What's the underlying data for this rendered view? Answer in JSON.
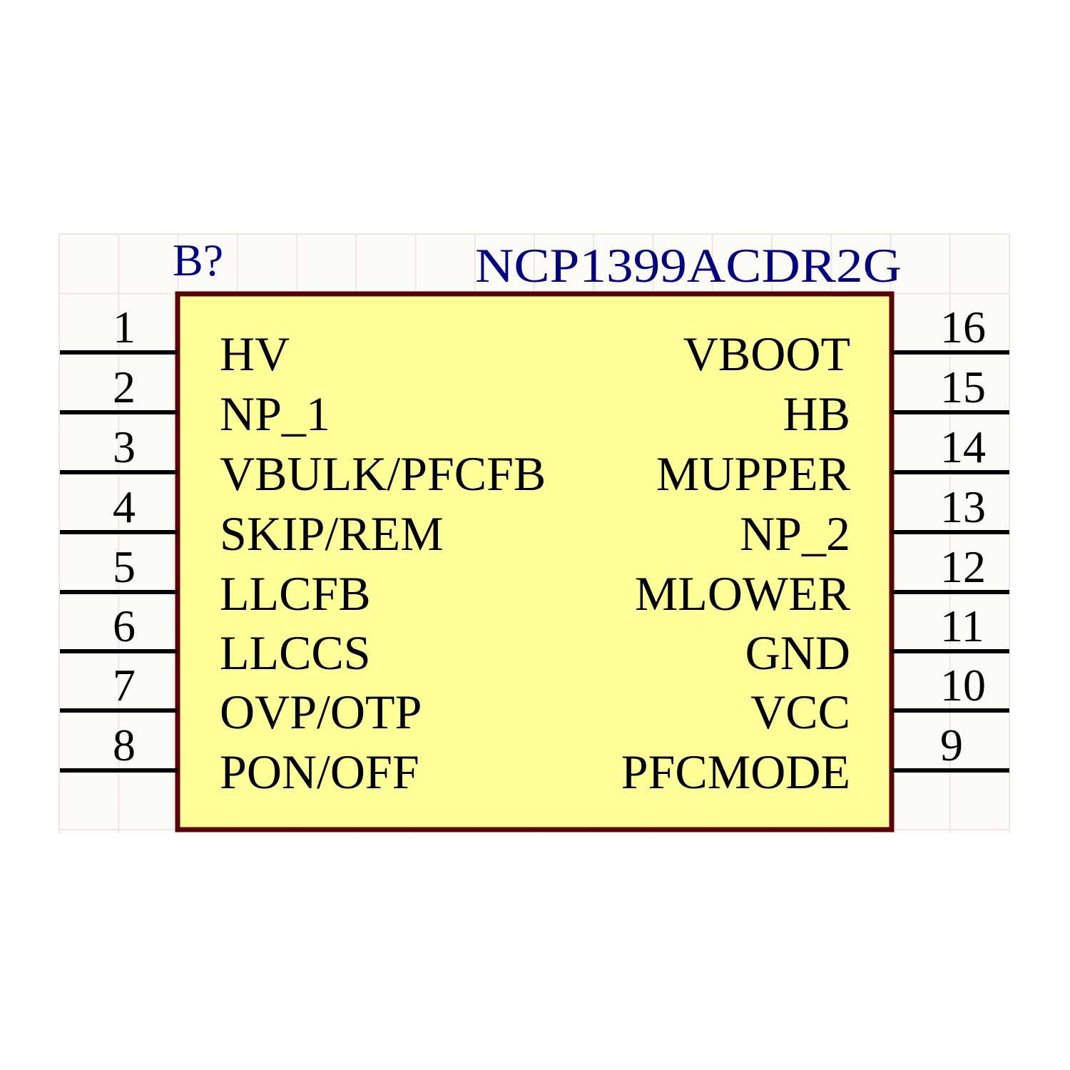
{
  "component": {
    "designator": "B?",
    "part_number": "NCP1399ACDR2G",
    "colors": {
      "body_fill": "#ffff99",
      "body_border": "#5a0000",
      "text_label": "#000080",
      "pin": "#000000",
      "grid": "#ece8e0",
      "grid_bg": "#fdfbf7"
    },
    "left_pins": [
      {
        "number": "1",
        "name": "HV"
      },
      {
        "number": "2",
        "name": "NP_1"
      },
      {
        "number": "3",
        "name": "VBULK/PFCFB"
      },
      {
        "number": "4",
        "name": "SKIP/REM"
      },
      {
        "number": "5",
        "name": "LLCFB"
      },
      {
        "number": "6",
        "name": "LLCCS"
      },
      {
        "number": "7",
        "name": "OVP/OTP"
      },
      {
        "number": "8",
        "name": "PON/OFF"
      }
    ],
    "right_pins": [
      {
        "number": "16",
        "name": "VBOOT"
      },
      {
        "number": "15",
        "name": "HB"
      },
      {
        "number": "14",
        "name": "MUPPER"
      },
      {
        "number": "13",
        "name": "NP_2"
      },
      {
        "number": "12",
        "name": "MLOWER"
      },
      {
        "number": "11",
        "name": "GND"
      },
      {
        "number": "10",
        "name": "VCC"
      },
      {
        "number": "9",
        "name": "PFCMODE"
      }
    ]
  }
}
